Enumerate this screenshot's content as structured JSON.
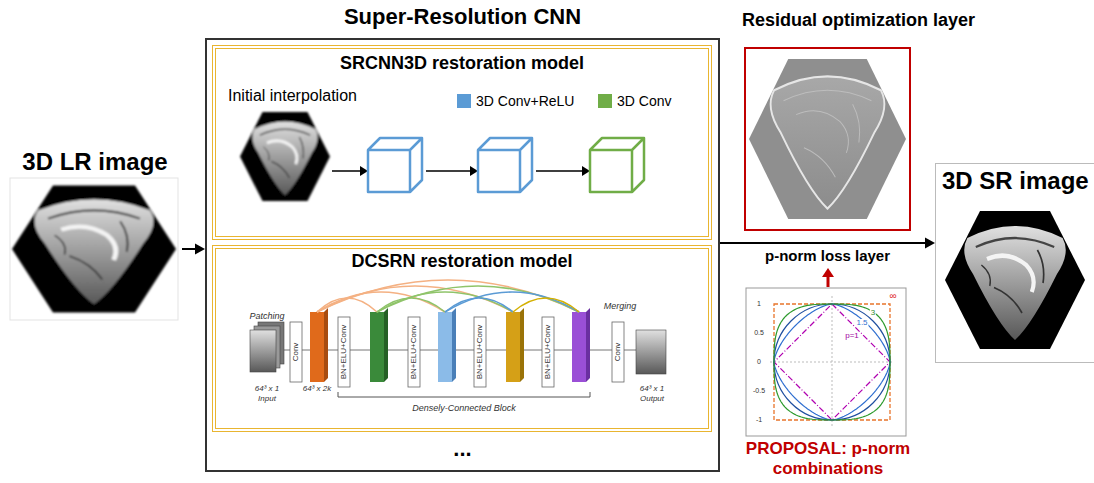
{
  "diagram": {
    "nodes": [
      {
        "text": [
          "3D LR image"
        ]
      },
      {
        "text": [
          "Super-Resolution CNN",
          "..."
        ]
      },
      {
        "text": [
          "SRCNN3D restoration model",
          "Initial interpolation"
        ],
        "in": 1
      },
      {
        "text": [
          "DCSRN restoration model"
        ],
        "in": 1
      },
      {
        "text": [
          "Residual optimization layer"
        ]
      },
      {
        "text": [
          "3D SR image"
        ]
      }
    ],
    "edges": [
      {
        "from": 0,
        "to": 1,
        "arrow": "to"
      },
      {
        "from": 1,
        "to": 5,
        "label": "p-norm loss layer",
        "arrow": "to"
      }
    ],
    "labels": [
      "Patching",
      "Conv",
      "64³ x 1",
      "Input",
      "64³ x 2k",
      "BN+ELU+Conv",
      "BN+ELU+Conv",
      "BN+ELU+Conv",
      "BN+ELU+Conv",
      "Densely-Connected Block",
      "Merging",
      "Conv",
      "64³ x 1",
      "Output",
      "1",
      "0.5",
      "0",
      "-0.5",
      "-1",
      "p=1",
      "1.5",
      "3",
      "∞",
      "PROPOSAL: p-norm combinations"
    ],
    "legend": [
      {
        "text": "3D Conv+ReLU",
        "color": "#5b9bd5"
      },
      {
        "text": "3D Conv",
        "color": "#70ad47"
      }
    ]
  }
}
